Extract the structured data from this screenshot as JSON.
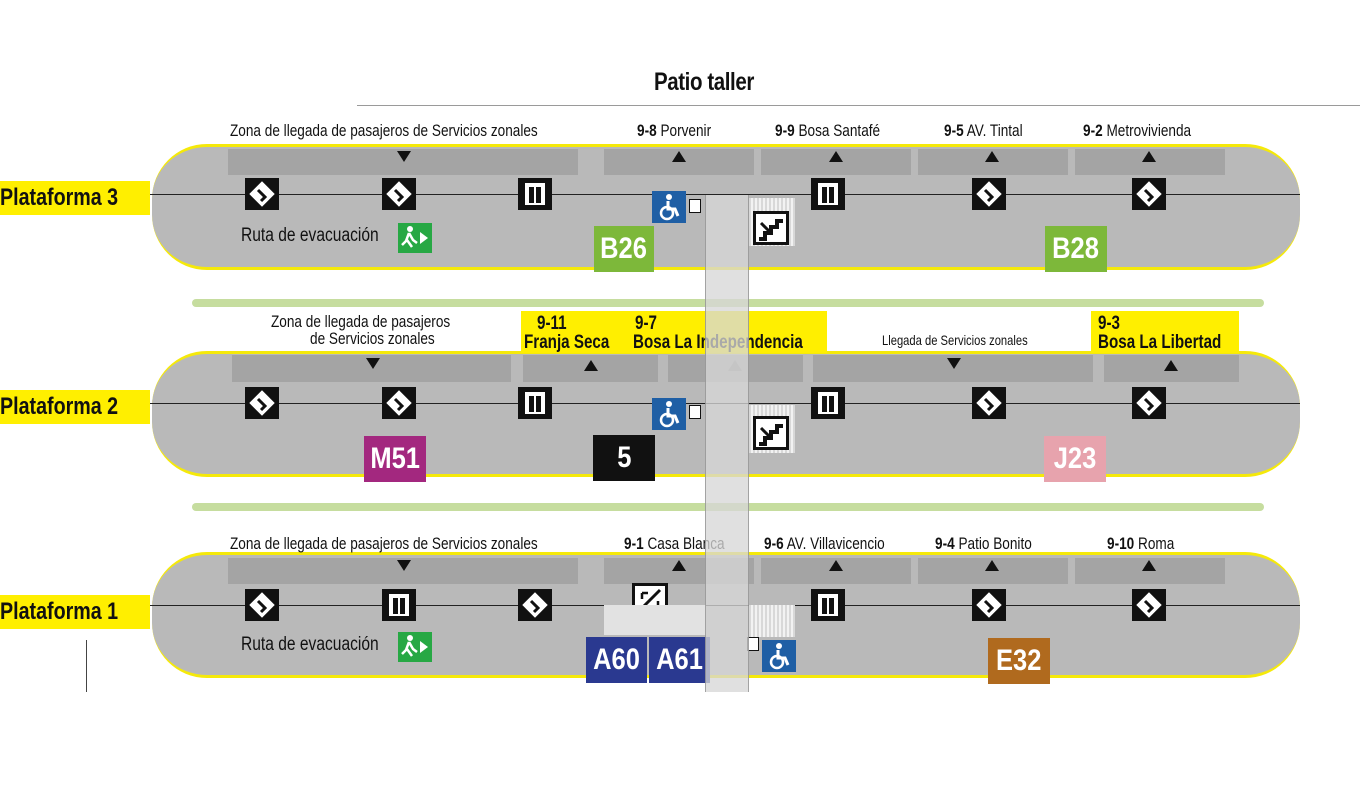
{
  "title": "Patio taller",
  "platforms": {
    "p3": {
      "label": "Plataforma 3",
      "zone_text": "Zona de llegada de pasajeros de Servicios zonales",
      "evac_text": "Ruta de evacuación",
      "destinations": [
        {
          "code": "9-8",
          "name": "Porvenir"
        },
        {
          "code": "9-9",
          "name": "Bosa Santafé"
        },
        {
          "code": "9-5",
          "name": "AV. Tintal"
        },
        {
          "code": "9-2",
          "name": "Metrovivienda"
        }
      ],
      "routes": [
        {
          "code": "B26",
          "color": "#7db83a"
        },
        {
          "code": "B28",
          "color": "#7db83a"
        }
      ]
    },
    "p2": {
      "label": "Plataforma 2",
      "zone_text_1": "Zona de llegada de pasajeros",
      "zone_text_2": "de Servicios zonales",
      "dest_911_code": "9-11",
      "dest_911_name": "Franja Seca",
      "dest_97_code": "9-7",
      "dest_97_name": "Bosa La Independencia",
      "arrival_text": "Llegada de Servicios zonales",
      "dest_93_code": "9-3",
      "dest_93_name": "Bosa La Libertad",
      "routes": [
        {
          "code": "M51",
          "color": "#a3287f"
        },
        {
          "code": "5",
          "color": "#111111"
        },
        {
          "code": "J23",
          "color": "#e7a3ad"
        }
      ]
    },
    "p1": {
      "label": "Plataforma 1",
      "zone_text": "Zona de llegada de pasajeros de Servicios zonales",
      "evac_text": "Ruta de evacuación",
      "destinations": [
        {
          "code": "9-1",
          "name": "Casa Blanca"
        },
        {
          "code": "9-6",
          "name": "AV. Villavicencio"
        },
        {
          "code": "9-4",
          "name": "Patio Bonito"
        },
        {
          "code": "9-10",
          "name": "Roma"
        }
      ],
      "routes": [
        {
          "code": "A60",
          "color": "#2a3990"
        },
        {
          "code": "A61",
          "color": "#2a3990"
        },
        {
          "code": "E32",
          "color": "#b06a1e"
        }
      ]
    }
  },
  "colors": {
    "platform": "#b9b9b9",
    "accent_yellow": "#ffef00",
    "separator_green": "#c6dd9f",
    "accessibility_blue": "#1f5fa5",
    "exit_green": "#27a844"
  },
  "icons": [
    "bus-door-icon",
    "elevator-icon",
    "wheelchair-icon",
    "stairs-icon",
    "escalator-icon",
    "emergency-exit-icon"
  ]
}
